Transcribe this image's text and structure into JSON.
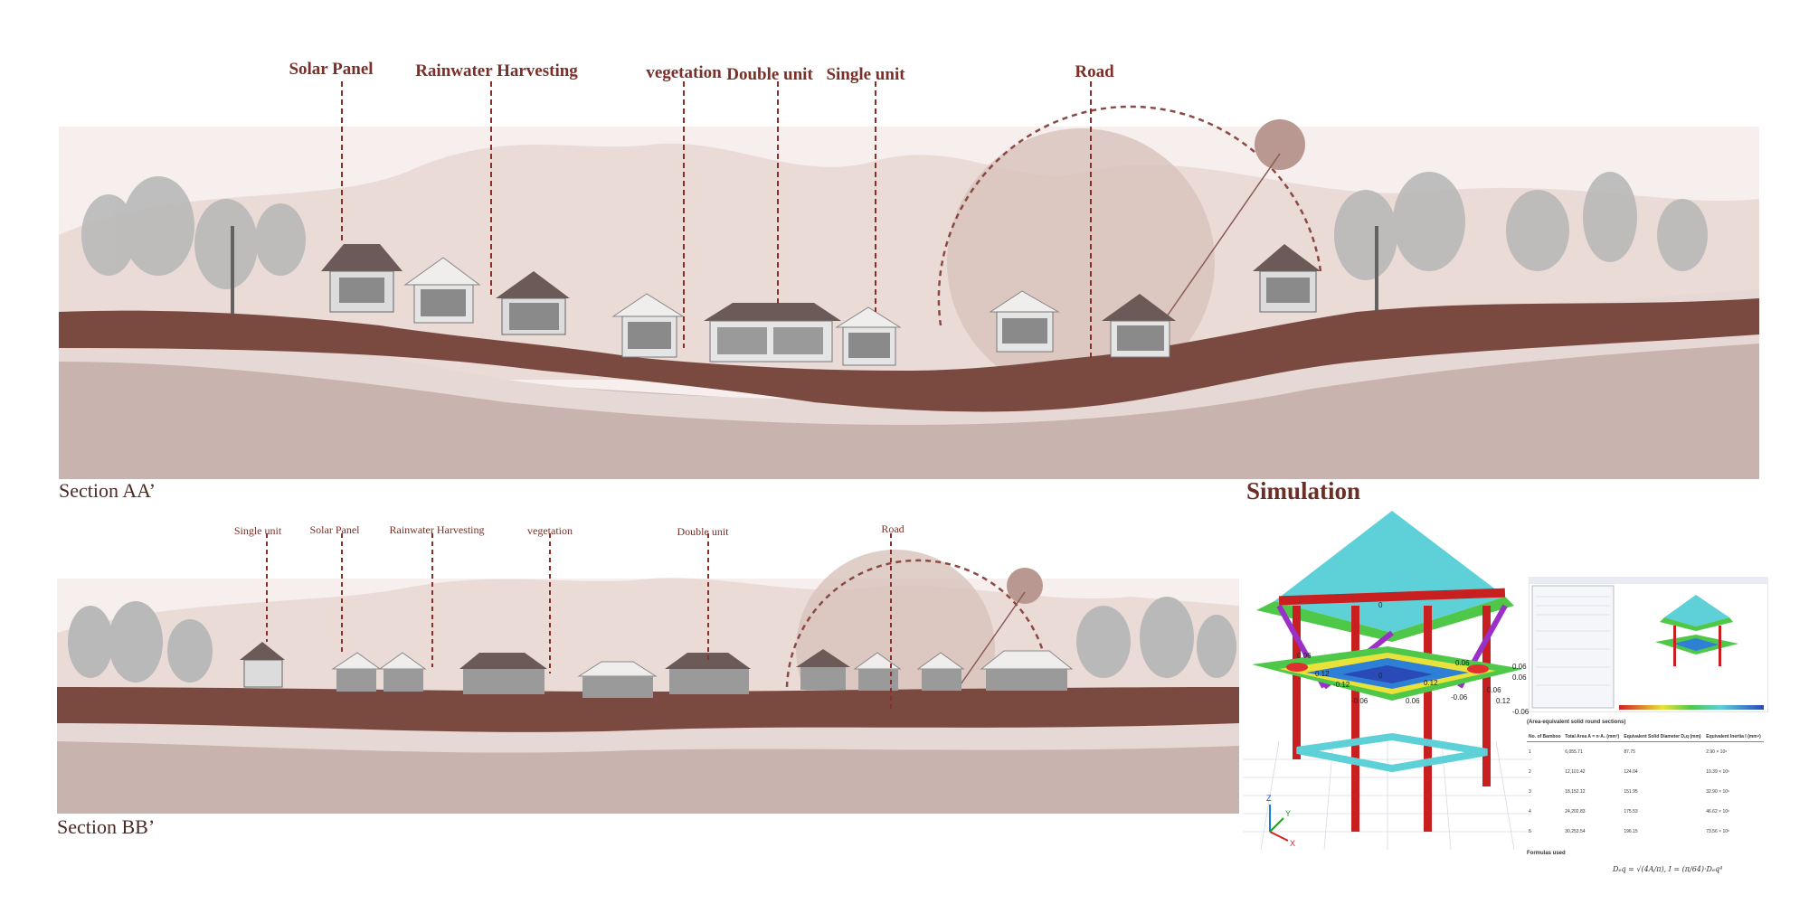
{
  "section_aa": {
    "caption": "Section AA’",
    "labels": [
      {
        "text": "Solar Panel"
      },
      {
        "text": "Rainwater Harvesting"
      },
      {
        "text": "vegetation"
      },
      {
        "text": "Double unit"
      },
      {
        "text": "Single unit"
      },
      {
        "text": "Road"
      }
    ]
  },
  "section_bb": {
    "caption": "Section BB’",
    "labels": [
      {
        "text": "Single unit"
      },
      {
        "text": "Solar Panel"
      },
      {
        "text": "Rainwater Harvesting"
      },
      {
        "text": "vegetation"
      },
      {
        "text": "Double unit"
      },
      {
        "text": "Road"
      }
    ]
  },
  "simulation": {
    "title": "Simulation",
    "contour_values": [
      "0",
      "0.06",
      "0.06",
      "-0.06",
      "0.12",
      "-0.12",
      "0",
      "0.12",
      "0.06",
      "-0.06",
      "0.06",
      "0.12",
      "-0.06",
      "0.06",
      "0.06"
    ],
    "axis_labels": [
      "Z",
      "X",
      "Y"
    ],
    "table": {
      "caption": "(Area-equivalent solid round sections)",
      "headers": [
        "No. of Bamboo",
        "Total Area A = n·A₁ (mm²)",
        "Equivalent Solid Diameter Dₑq (mm)",
        "Equivalent Inertia I (mm⁴)"
      ],
      "rows": [
        [
          "1",
          "6,055.71",
          "87.75",
          "2.90 × 10⁶"
        ],
        [
          "2",
          "12,101.42",
          "124.04",
          "10.39 × 10⁶"
        ],
        [
          "3",
          "18,152.12",
          "151.95",
          "32.90 × 10⁶"
        ],
        [
          "4",
          "24,202.83",
          "175.53",
          "46.62 × 10⁶"
        ],
        [
          "5",
          "30,253.54",
          "196.15",
          "73.56 × 10⁶"
        ]
      ],
      "formulas_label": "Formulas used",
      "formula": "Dₑq = √(4A/π),   I = (π/64)·Dₑq⁴"
    }
  },
  "colors": {
    "label": "#7a2f28",
    "soil": "#7a4a40",
    "sun": "#b89890",
    "sky_hill": "#e8d8d4"
  }
}
